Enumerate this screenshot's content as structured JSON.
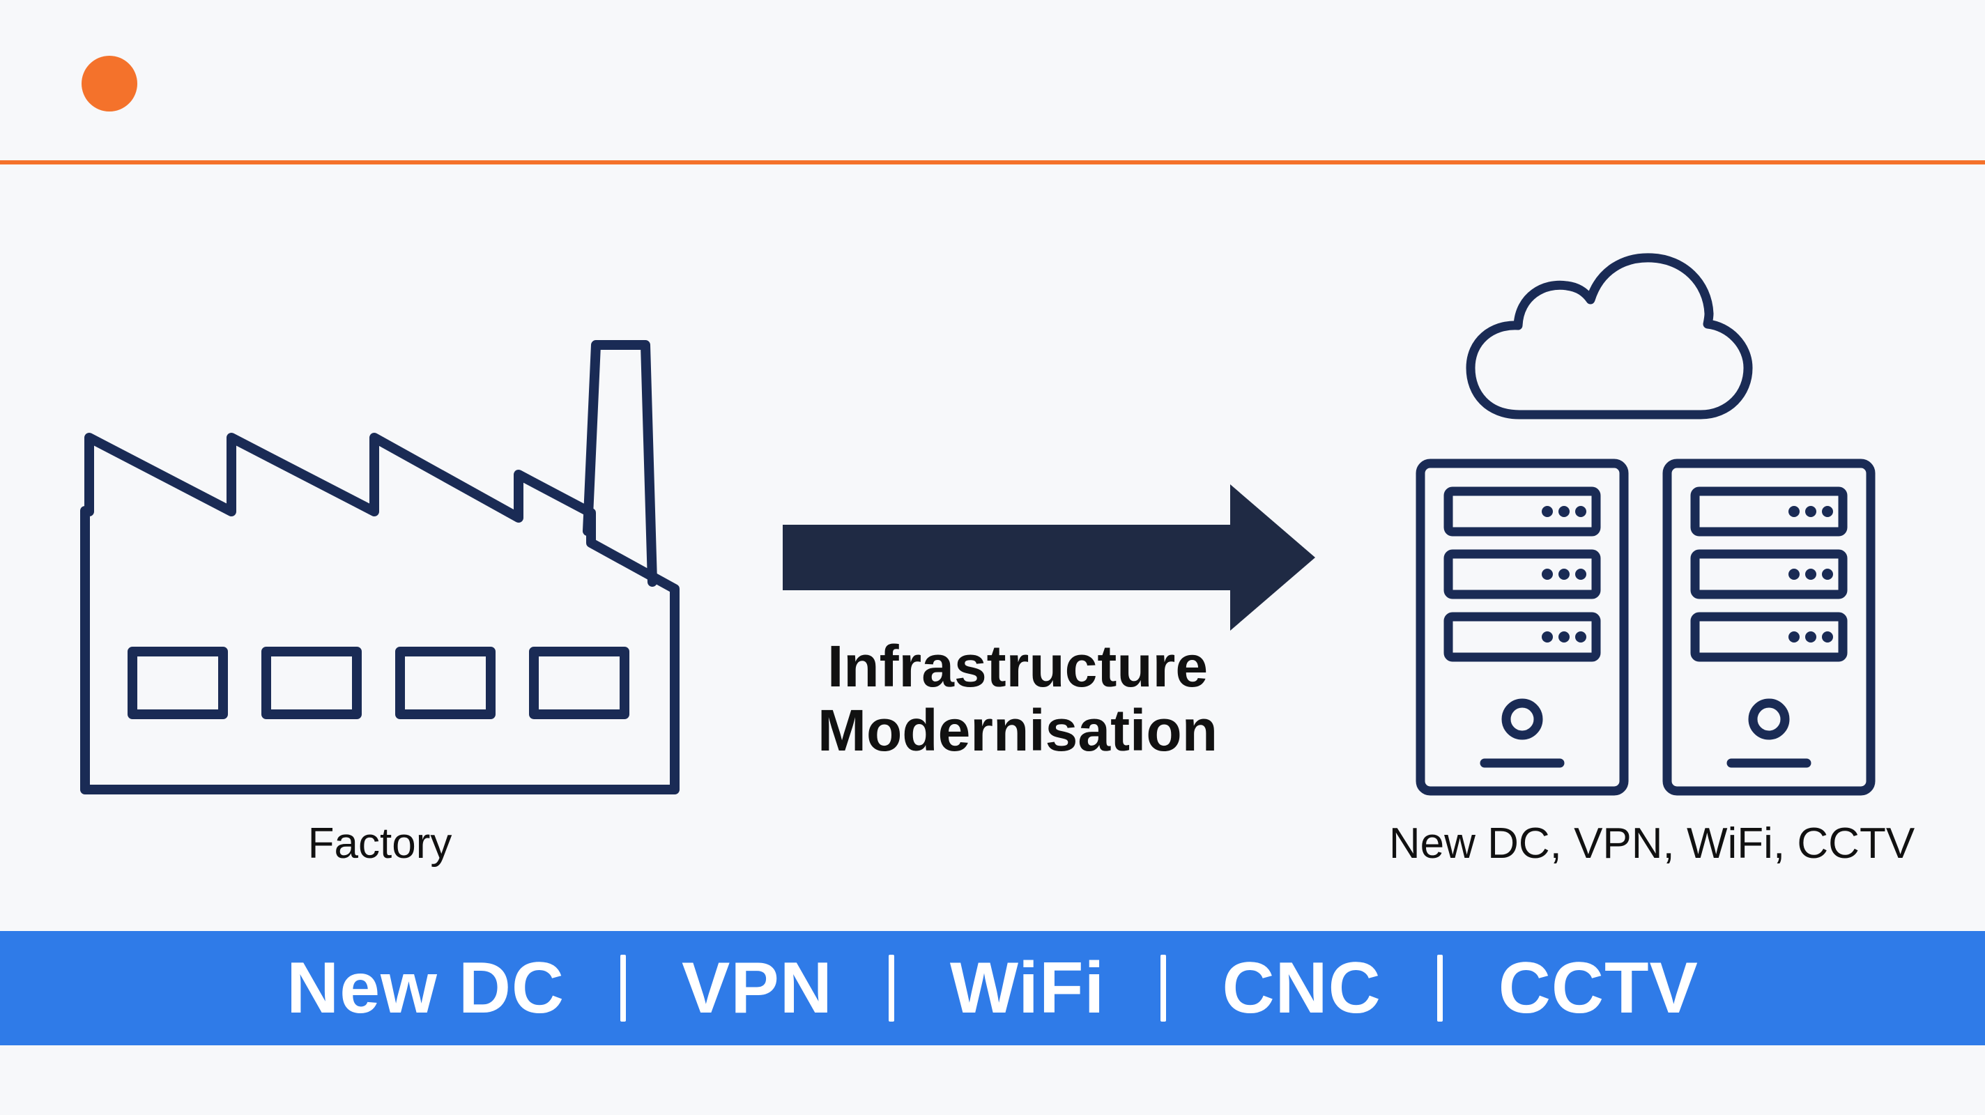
{
  "colors": {
    "accent_orange": "#f4722b",
    "navy": "#1a2b55",
    "arrow_dark": "#1f2a44",
    "band_blue": "#2f7be8",
    "background": "#f7f8fa"
  },
  "icons": {
    "left": "factory-icon",
    "right": "server-cloud-icon",
    "connector": "right-arrow-icon"
  },
  "left": {
    "label": "Factory"
  },
  "center": {
    "title_line1": "Infrastructure",
    "title_line2": "Modernisation"
  },
  "right": {
    "label": "New DC, VPN, WiFi, CCTV"
  },
  "band": {
    "items": [
      "New DC",
      "VPN",
      "WiFi",
      "CNC",
      "CCTV"
    ]
  }
}
